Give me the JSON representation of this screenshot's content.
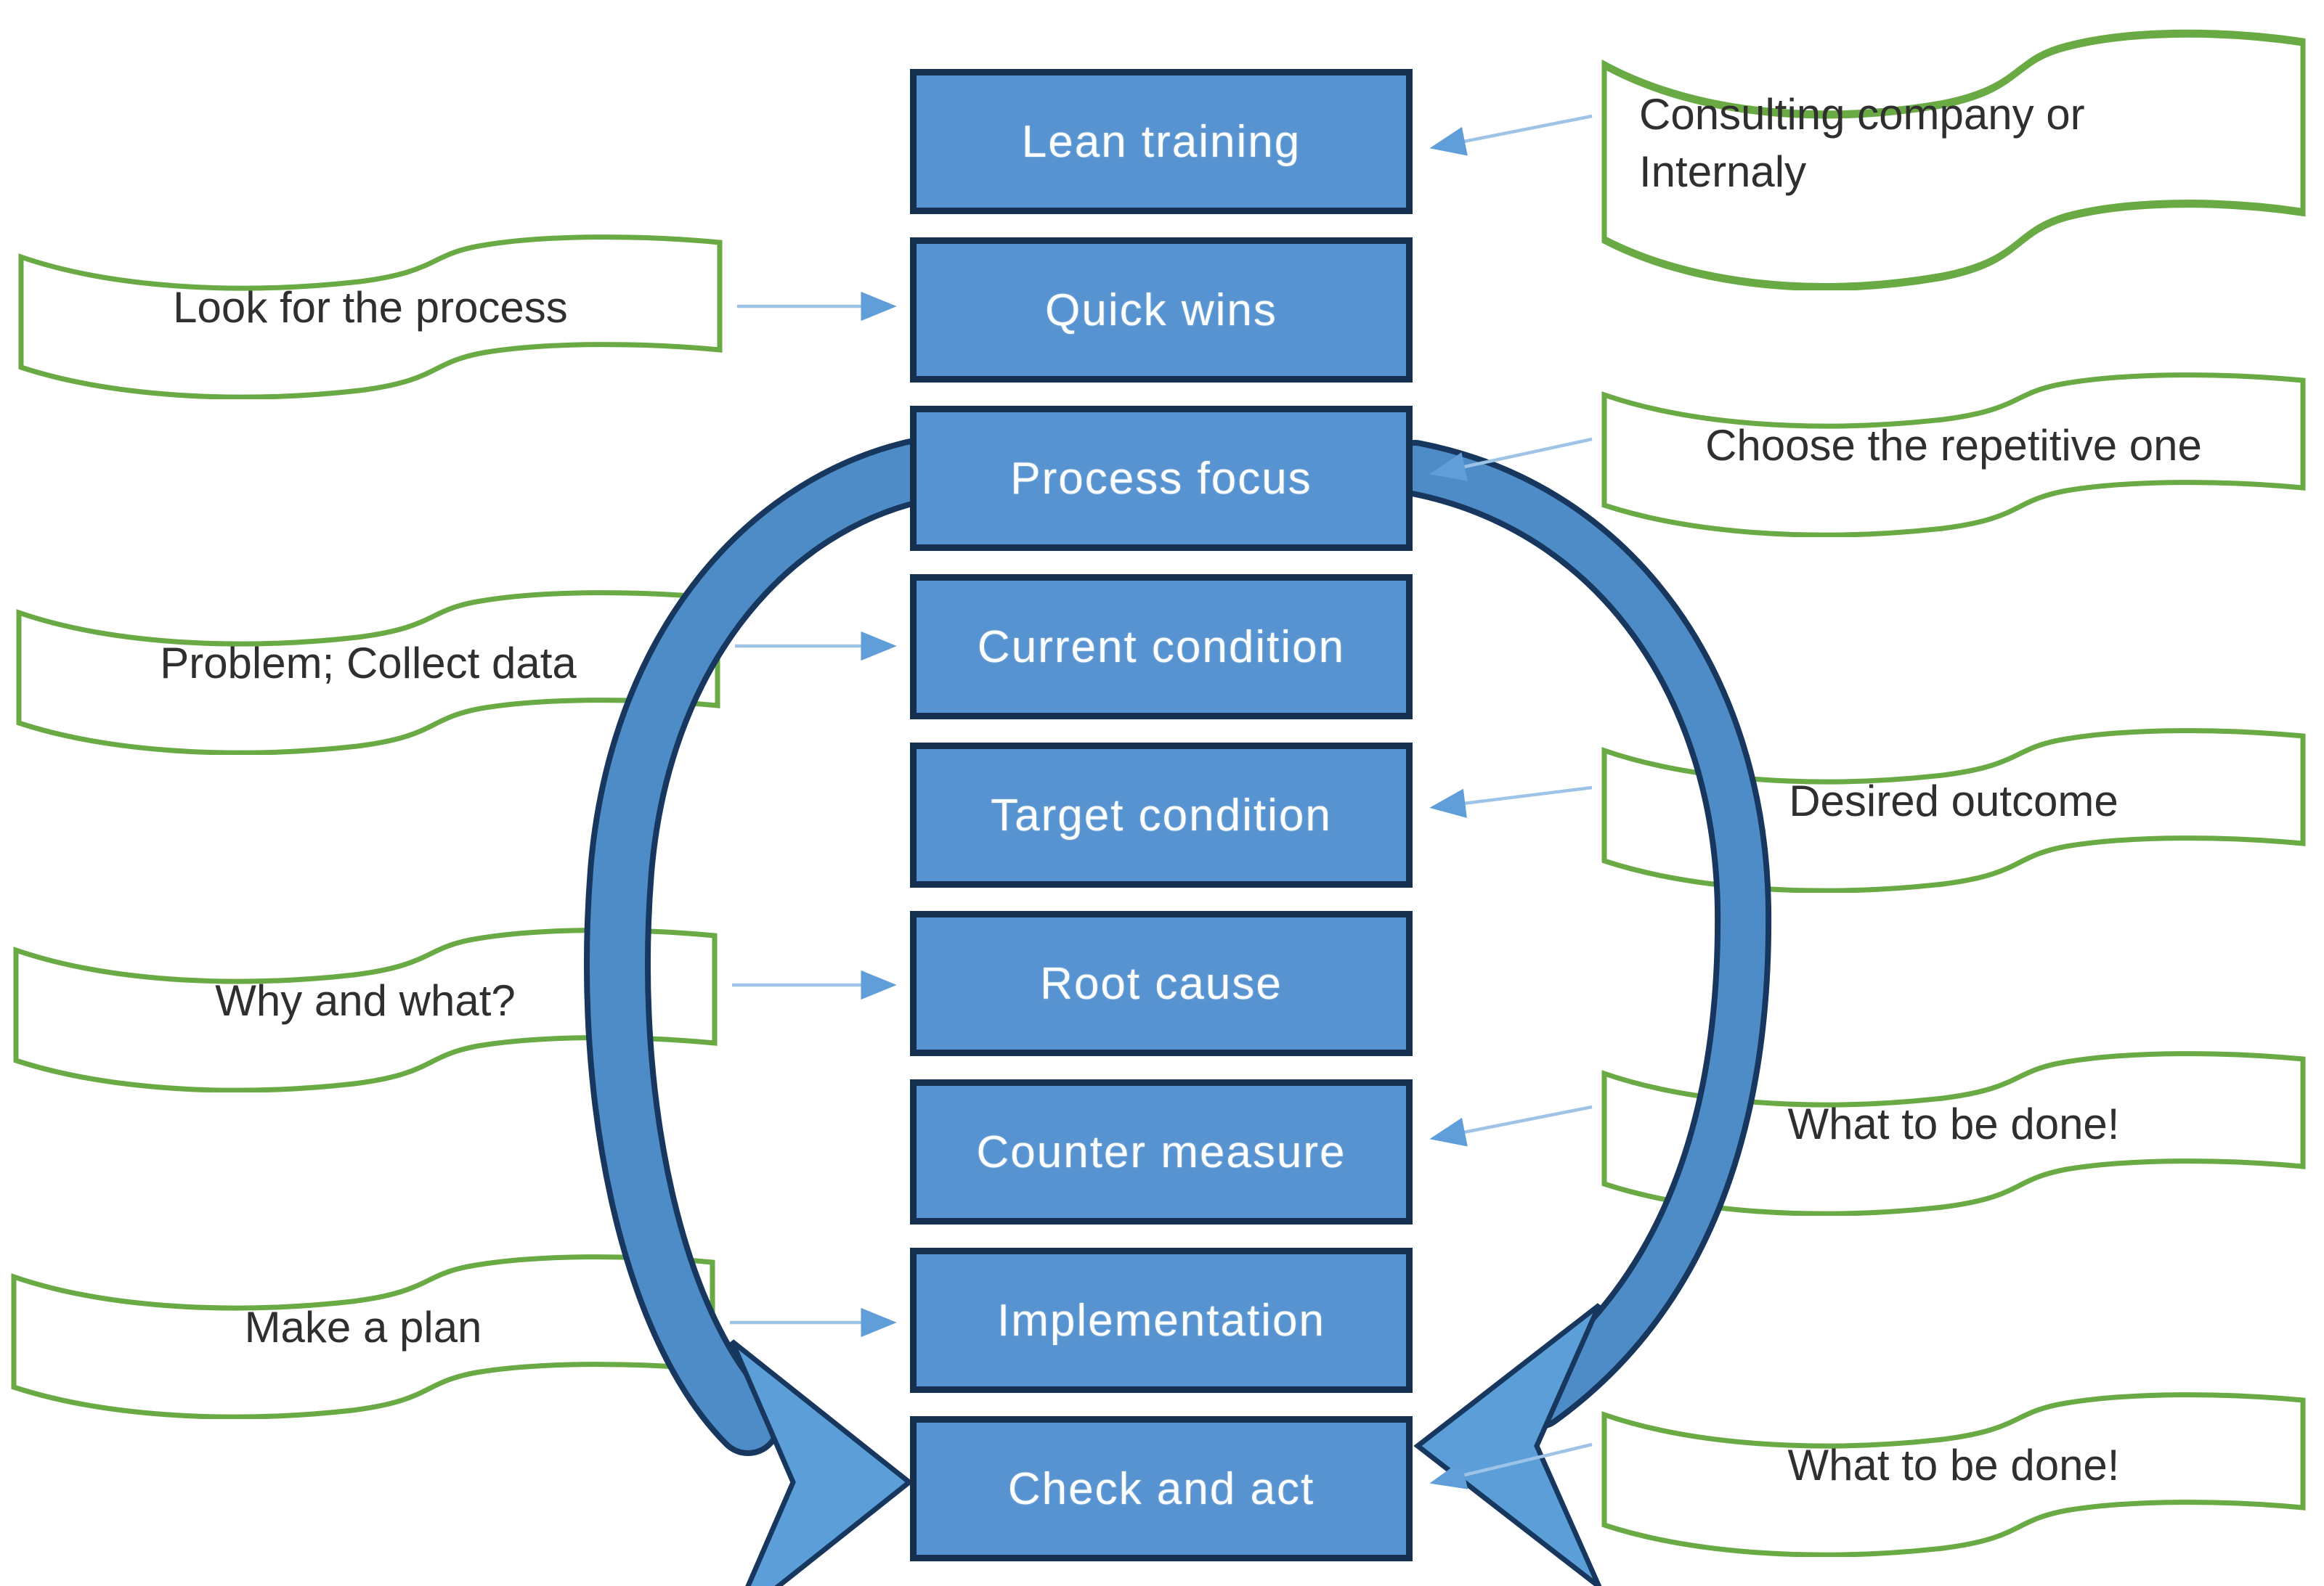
{
  "steps": [
    {
      "label": "Lean training"
    },
    {
      "label": "Quick wins"
    },
    {
      "label": "Process focus"
    },
    {
      "label": "Current condition"
    },
    {
      "label": "Target condition"
    },
    {
      "label": "Root cause"
    },
    {
      "label": "Counter measure"
    },
    {
      "label": "Implementation"
    },
    {
      "label": "Check and act"
    }
  ],
  "left_notes": [
    {
      "text": "Look for the process",
      "target": "Quick wins"
    },
    {
      "text": "Problem; Collect data",
      "target": "Current condition"
    },
    {
      "text": "Why and what?",
      "target": "Root cause"
    },
    {
      "text": "Make a plan",
      "target": "Implementation"
    }
  ],
  "right_notes": [
    {
      "text": "Consulting company or\nInternaly",
      "target": "Lean training"
    },
    {
      "text": "Choose the repetitive one",
      "target": "Process focus"
    },
    {
      "text": "Desired outcome",
      "target": "Target condition"
    },
    {
      "text": "What to be done!",
      "target": "Counter measure"
    },
    {
      "text": "What to be done!",
      "target": "Check and act"
    }
  ],
  "loop_arrows": [
    {
      "from": "Process focus",
      "to": "Check and act",
      "side": "left"
    },
    {
      "from": "Process focus",
      "to": "Check and act",
      "side": "right"
    }
  ],
  "colors": {
    "step_fill": "#5693d0",
    "step_border": "#15304f",
    "step_text": "#ffffff",
    "note_border": "#6aaa45",
    "note_fill": "#ffffff",
    "note_text": "#2f2f2f",
    "connector_line": "#9dc3e6",
    "connector_head": "#5f9ed8",
    "loop_band": "#4e8cc8",
    "loop_outline": "#17375e",
    "loop_head": "#5b9ed8"
  }
}
